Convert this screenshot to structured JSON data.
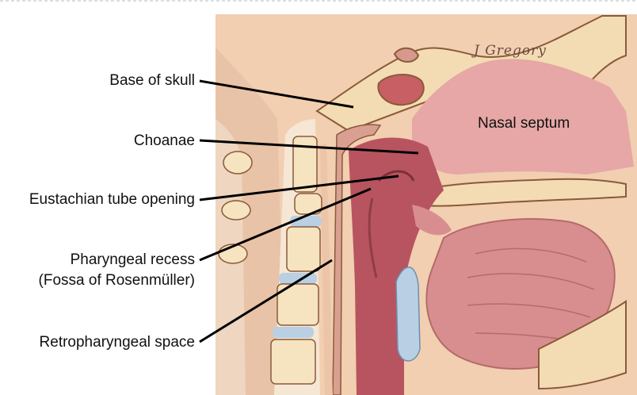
{
  "labels": {
    "base_of_skull": "Base of skull",
    "choanae": "Choanae",
    "eustachian": "Eustachian tube opening",
    "pharyngeal_recess_1": "Pharyngeal recess",
    "pharyngeal_recess_2": "(Fossa of Rosenmüller)",
    "retropharyngeal": "Retropharyngeal space",
    "nasal_septum": "Nasal septum"
  },
  "signature": "J Gregory",
  "colors": {
    "skin": "#f1cfb0",
    "soft_tissue": "#e8b9a4",
    "pharynx": "#b8545f",
    "nasal": "#e9a9a7",
    "bone": "#f6e3bf",
    "disc": "#b9cfe4",
    "tongue": "#d88e8f"
  }
}
